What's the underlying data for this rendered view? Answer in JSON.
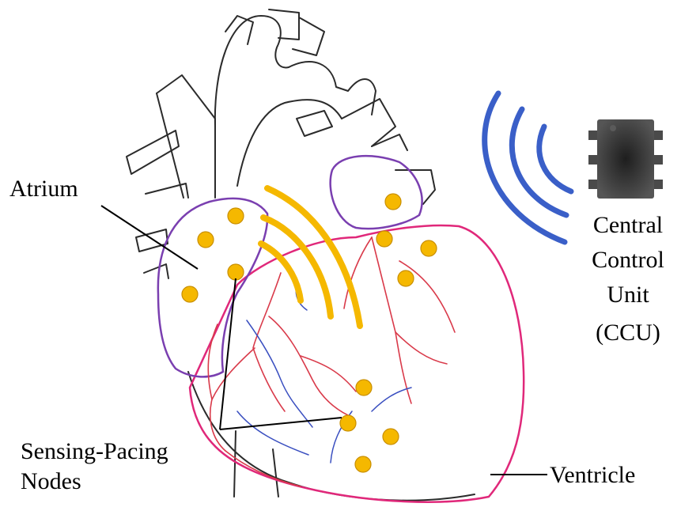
{
  "labels": {
    "atrium": "Atrium",
    "sensing_line1": "Sensing-Pacing",
    "sensing_line2": "Nodes",
    "ventricle": "Ventricle",
    "ccu_line1": "Central",
    "ccu_line2": "Control",
    "ccu_line3": "Unit",
    "ccu_line4": "(CCU)"
  },
  "colors": {
    "outline": "#2b2b2b",
    "atrium_outline": "#7a3fb0",
    "ventricle_outline": "#e0287a",
    "node_fill": "#f5b800",
    "node_stroke": "#c98f00",
    "signal_waves": "#f5b800",
    "ccu_waves": "#3a5fc8",
    "artery": "#d93a4a",
    "vein": "#3a4fc0",
    "chip": "#333333"
  },
  "icons": {
    "ccu": "microchip-icon",
    "ccu_signal": "wireless-signal-icon",
    "node_signal": "wireless-signal-icon"
  }
}
